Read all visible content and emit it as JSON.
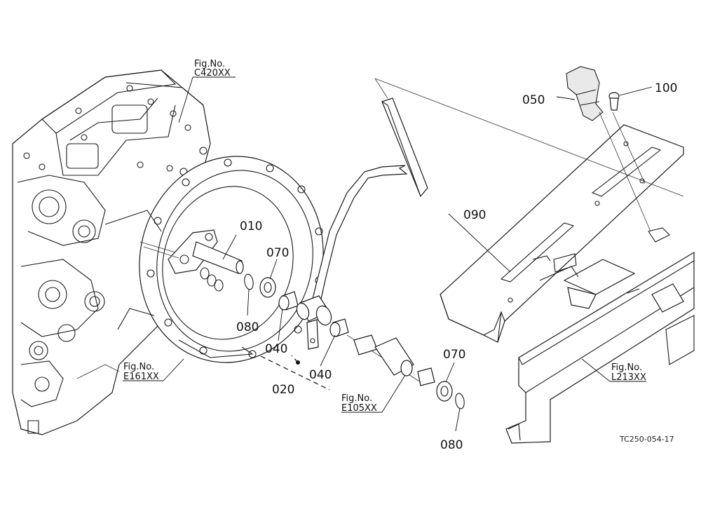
{
  "diagram": {
    "reference_code": "TC250-054-17",
    "part_labels": [
      "010",
      "020",
      "040",
      "040",
      "050",
      "070",
      "070",
      "080",
      "080",
      "090",
      "100"
    ],
    "figure_refs": [
      {
        "prefix": "Fig.No.",
        "code": "C420XX"
      },
      {
        "prefix": "Fig.No.",
        "code": "E161XX"
      },
      {
        "prefix": "Fig.No.",
        "code": "E105XX"
      },
      {
        "prefix": "Fig.No.",
        "code": "L213XX"
      }
    ]
  }
}
